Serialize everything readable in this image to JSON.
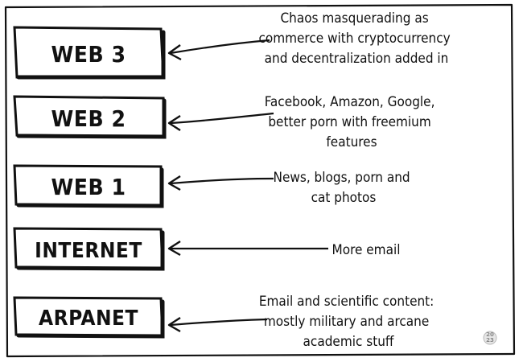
{
  "diagram": {
    "layers": [
      {
        "id": "web3",
        "label": "WEB 3",
        "note_lines": [
          "Chaos masquerading as",
          "commerce with cryptocurrency",
          "and decentralization added in"
        ]
      },
      {
        "id": "web2",
        "label": "WEB 2",
        "note_lines": [
          "Facebook, Amazon, Google,",
          "better porn with freemium",
          "features"
        ]
      },
      {
        "id": "web1",
        "label": "WEB 1",
        "note_lines": [
          "News, blogs, porn and",
          "cat photos"
        ]
      },
      {
        "id": "internet",
        "label": "INTERNET",
        "note_lines": [
          "More email"
        ]
      },
      {
        "id": "arpanet",
        "label": "ARPANET",
        "note_lines": [
          "Email and scientific content:",
          "mostly military and arcane",
          "academic stuff"
        ]
      }
    ],
    "stamp": {
      "line1": "20",
      "line2": "23"
    }
  }
}
